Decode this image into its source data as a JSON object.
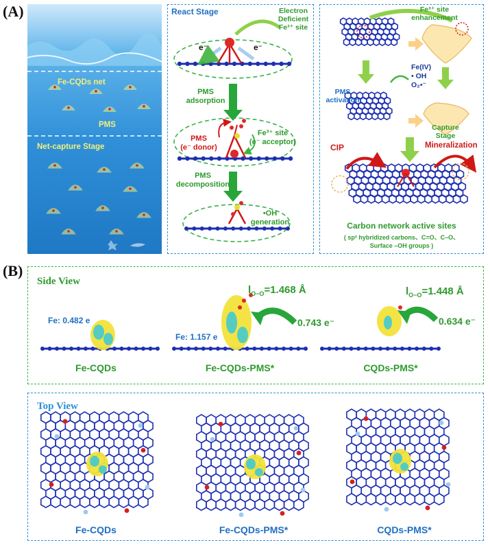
{
  "panel_labels": {
    "a": "(A)",
    "b": "(B)"
  },
  "panel_a": {
    "left": {
      "net_label": "Fe-CQDs net",
      "pms_label": "PMS",
      "stage_label": "Net-capture Stage"
    },
    "middle": {
      "title": "React Stage",
      "electron_note": "Electron\nDeficient\nFe³⁺ site",
      "e1": "e⁻",
      "e2": "e⁻",
      "step1": "PMS\nadsorption",
      "pms_donor": "PMS\n(e⁻ donor)",
      "fe_acceptor": "Fe³⁺ site\n(e⁻ acceptor)",
      "step2": "PMS\ndecomposition",
      "oh_gen": "•OH\ngeneration"
    },
    "right": {
      "fe_enh": "Fe³⁺ site\nenhancement",
      "pms_act": "PMS\nactivation",
      "species": "Fe(IV)\n• OH\nO₂•⁻",
      "capture": "Capture\nStage",
      "cip": "CIP",
      "mineral": "Mineralization",
      "network_title": "Carbon network active sites",
      "network_sub": "( sp² hybridized carbons、C=O、C–O、\nSurface –OH groups )"
    }
  },
  "panel_b": {
    "side_title": "Side View",
    "fe_charge_1": "Fe:  0.482 e",
    "fe_charge_2": "Fe:  1.157 e",
    "bond_1": "l",
    "bond_1_sub": "O−O",
    "bond_1_val": "=1.468 Å",
    "bond_2": "l",
    "bond_2_sub": "O−O",
    "bond_2_val": "=1.448 Å",
    "transfer_1": "0.743 e⁻",
    "transfer_2": "0.634 e⁻",
    "side_names": [
      "Fe-CQDs",
      "Fe-CQDs-PMS*",
      "CQDs-PMS*"
    ],
    "top_title": "Top View",
    "top_names": [
      "Fe-CQDs",
      "Fe-CQDs-PMS*",
      "CQDs-PMS*"
    ]
  },
  "colors": {
    "frame_blue": "#2a8fd6",
    "frame_green": "#3ab04a",
    "atom_c": "#1d2fb0",
    "atom_o": "#d52020",
    "atom_fe": "#e03030",
    "density_yellow": "#f2e23a",
    "density_cyan": "#38c8d8",
    "arrow_green": "#3fb43f"
  }
}
